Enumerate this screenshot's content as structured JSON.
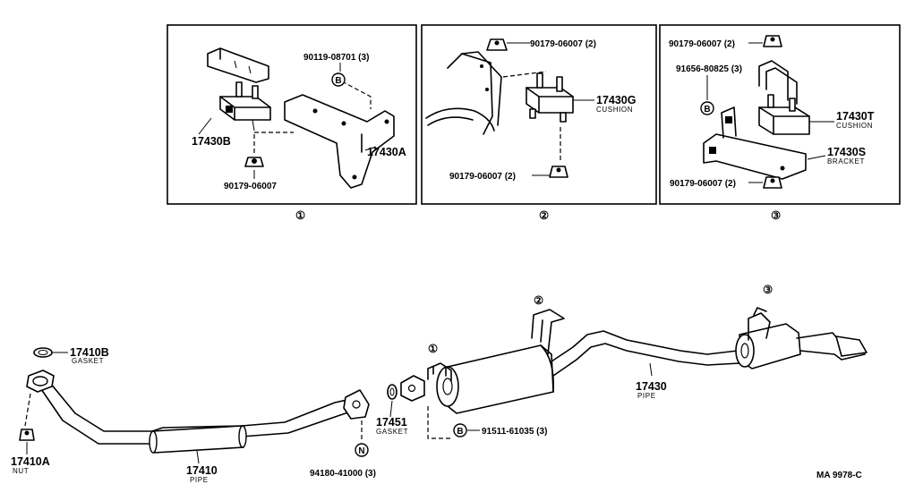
{
  "panels": [
    {
      "caption": "①",
      "labels": {
        "bolt_pn": "90119-08701 (3)",
        "bolt_code": "B",
        "insulator": "17430B",
        "bracket": "17430A",
        "nut": "90179-06007"
      }
    },
    {
      "caption": "②",
      "labels": {
        "nut_top": "90179-06007 (2)",
        "cushion": "17430G",
        "cushion_sub": "CUSHION",
        "nut_bottom": "90179-06007 (2)"
      }
    },
    {
      "caption": "③",
      "labels": {
        "nut_top": "90179-06007 (2)",
        "bolt_pn": "91656-80825 (3)",
        "bolt_code": "B",
        "cushion": "17430T",
        "cushion_sub": "CUSHION",
        "bracket": "17430S",
        "bracket_sub": "BRACKET",
        "nut_bottom": "90179-06007 (2)"
      }
    }
  ],
  "exhaust": {
    "callouts": [
      "①",
      "②",
      "③"
    ],
    "gasket_front": "17410B",
    "gasket_front_sub": "GASKET",
    "nut": "17410A",
    "nut_sub": "NUT",
    "front_pipe": "17410",
    "front_pipe_sub": "PIPE",
    "spring_code": "N",
    "spring_bolt": "94180-41000 (3)",
    "gasket_mid": "17451",
    "gasket_mid_sub": "GASKET",
    "bolt_code": "B",
    "bolt_pn": "91511-61035 (3)",
    "tail_pipe": "17430",
    "tail_pipe_sub": "PIPE"
  },
  "footer": {
    "code": "MA  9978-C"
  }
}
